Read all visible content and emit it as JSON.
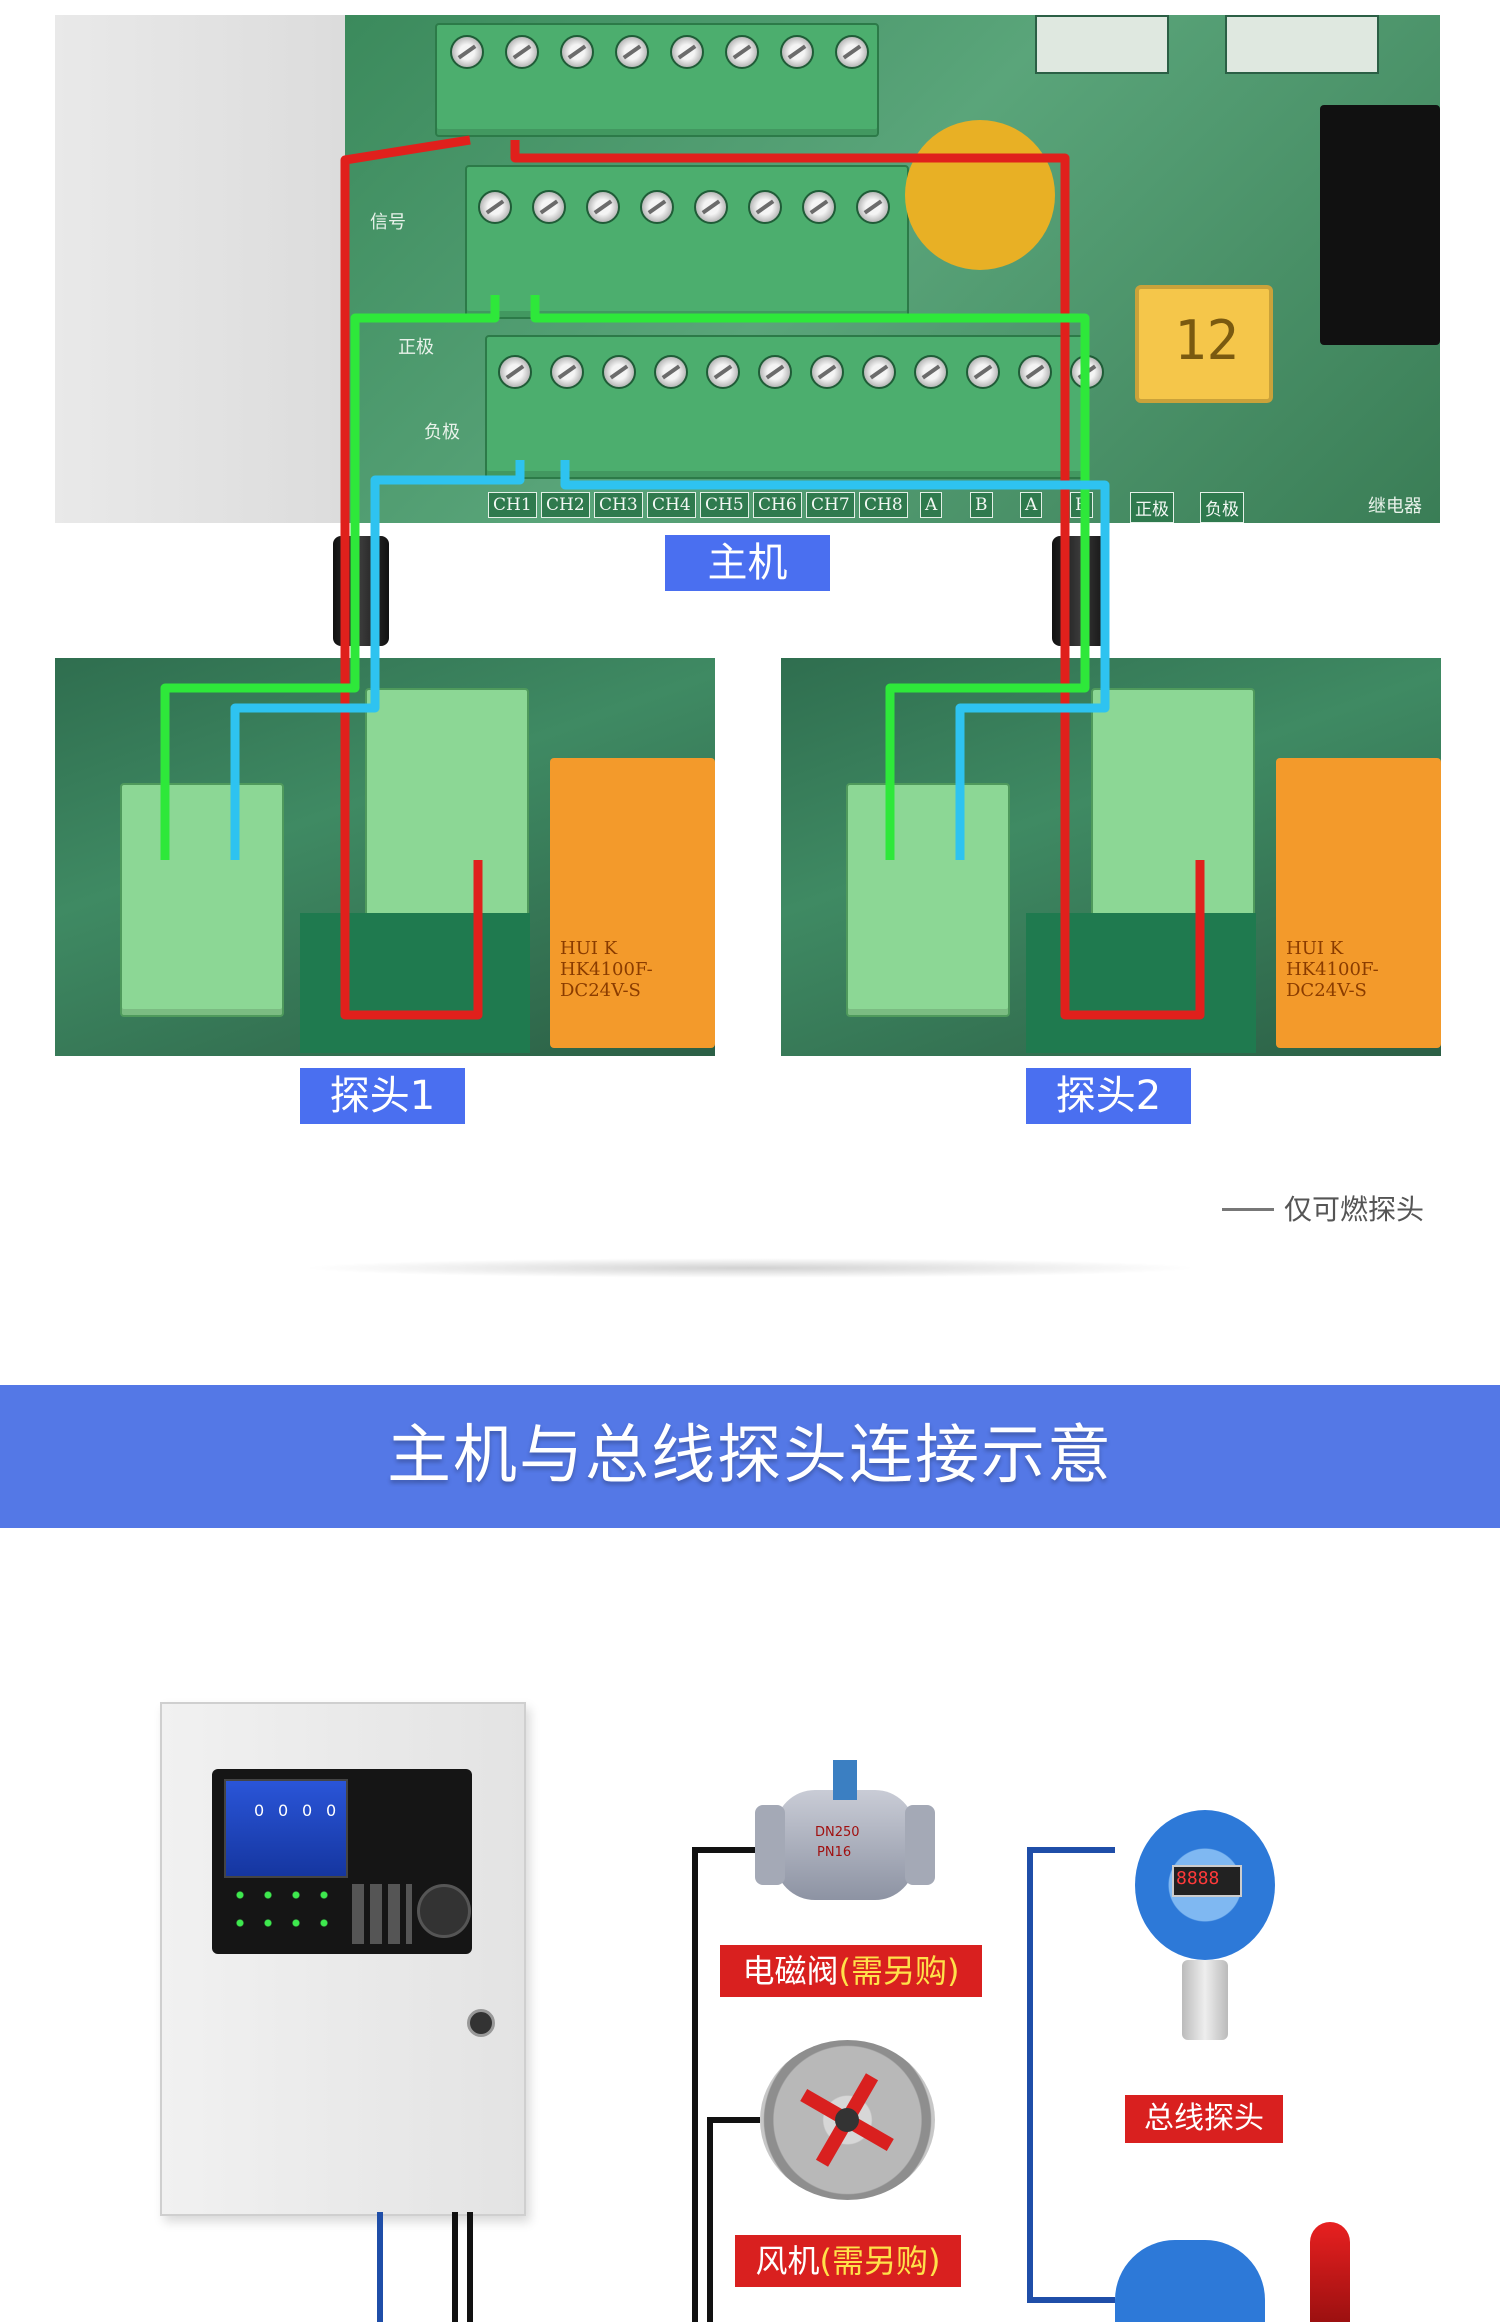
{
  "host_panel": {
    "pcb_labels": {
      "signal": "信号",
      "positive": "正极",
      "negative": "负极",
      "relay": "继电器",
      "fuse": "12"
    },
    "channels": [
      "CH1",
      "CH2",
      "CH3",
      "CH4",
      "CH5",
      "CH6",
      "CH7",
      "CH8",
      "A",
      "B",
      "A",
      "B",
      "正极",
      "负极"
    ],
    "tag": "主机"
  },
  "probes": [
    {
      "tag": "探头1",
      "relay_text": "HUI K  HK4100F-DC24V-S"
    },
    {
      "tag": "探头2",
      "relay_text": "HUI K  HK4100F-DC24V-S"
    }
  ],
  "note": "仅可燃探头",
  "banner": {
    "title": "主机与总线探头连接示意"
  },
  "diagram": {
    "device_screen_digits": [
      "0",
      "0",
      "0",
      "0"
    ],
    "valve": {
      "label_main": "电磁阀",
      "label_note": "(需另购)",
      "model": "DN250",
      "pressure": "PN16"
    },
    "fan": {
      "label_main": "风机",
      "label_note": "(需另购)"
    },
    "bus_probe": {
      "label": "总线探头",
      "display": "8888"
    }
  },
  "colors": {
    "red_wire": "#e0201c",
    "green_wire": "#2ee83a",
    "blue_wire": "#2ec3f0",
    "accent": "#4a6ff0",
    "banner": "#5478e6",
    "tag_red": "#d9201f"
  }
}
